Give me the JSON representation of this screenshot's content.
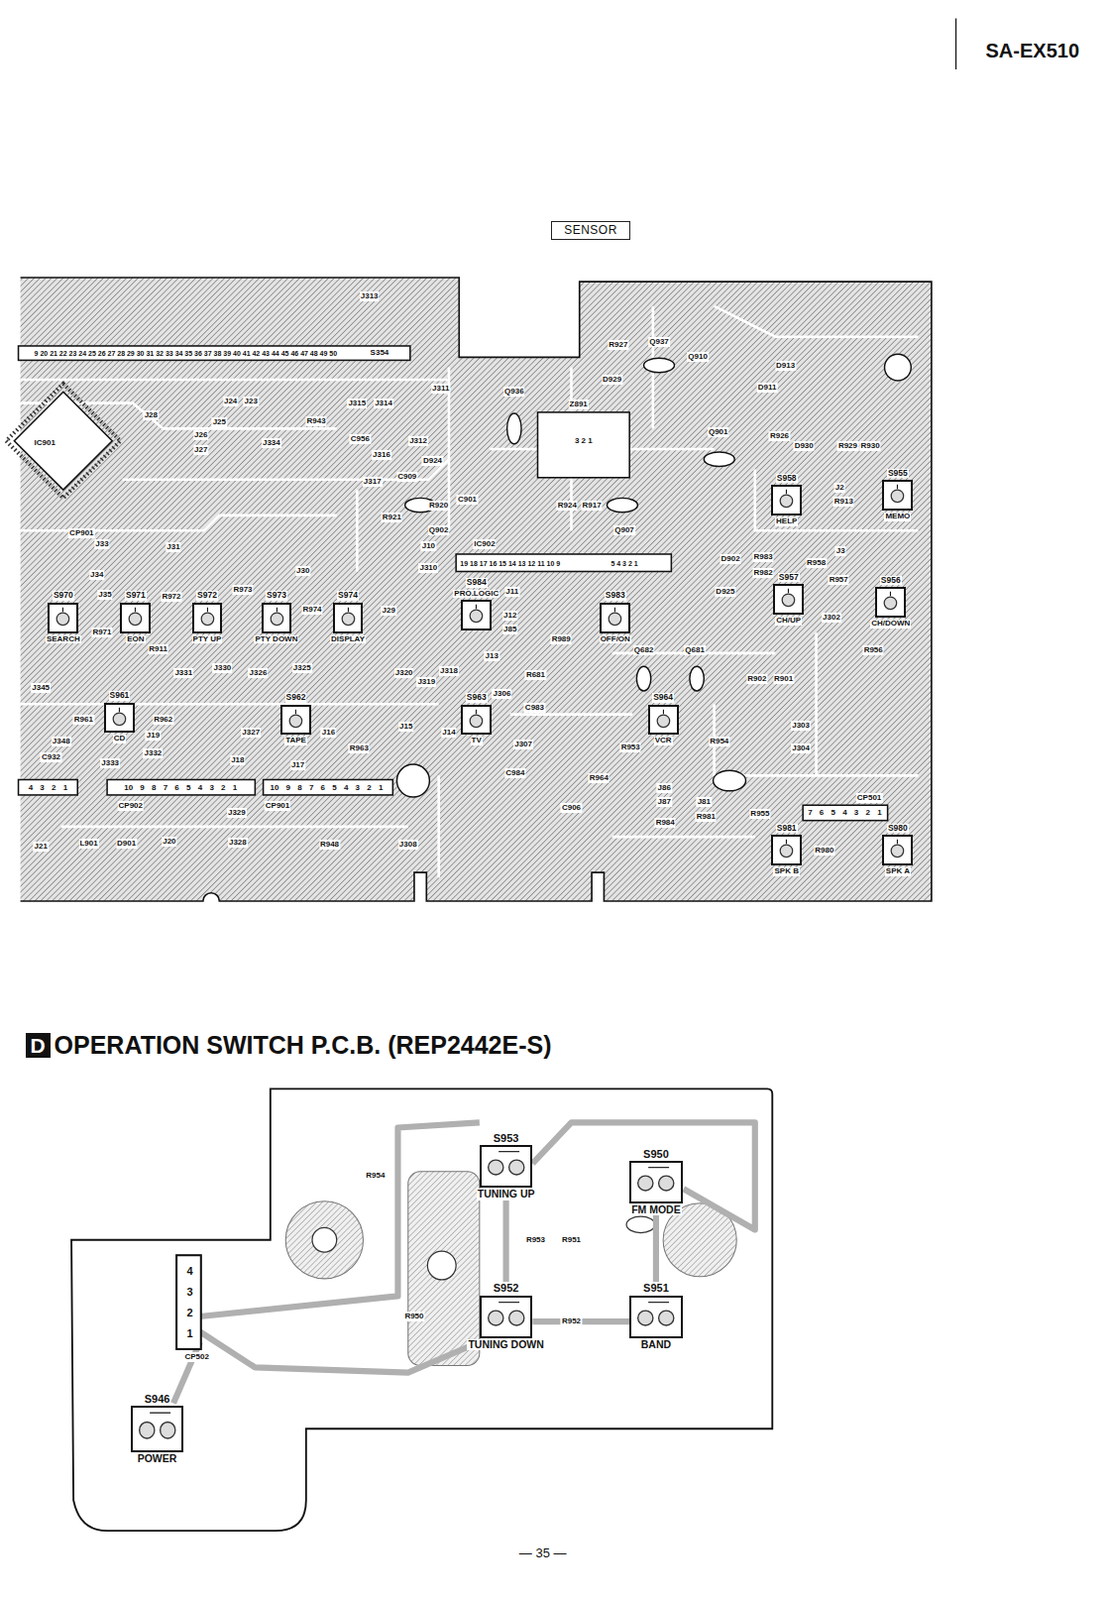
{
  "diagram": {
    "title": "OPERATION SWITCH P.C.B. (REP2442E-S)",
    "nodes": [
      {
        "text": [
          "SENSOR"
        ]
      },
      {
        "text": [
          "S958",
          "HELP"
        ]
      },
      {
        "text": [
          "S955",
          "MEMO"
        ]
      },
      {
        "text": [
          "S970",
          "SEARCH"
        ]
      },
      {
        "text": [
          "S971",
          "EON"
        ]
      },
      {
        "text": [
          "S972",
          "PTY UP"
        ]
      },
      {
        "text": [
          "S973",
          "PTY DOWN"
        ]
      },
      {
        "text": [
          "S974",
          "DISPLAY"
        ]
      },
      {
        "text": [
          "S984",
          "PRO.LOGIC"
        ]
      },
      {
        "text": [
          "S983",
          "OFF/ON"
        ]
      },
      {
        "text": [
          "S957",
          "CH/UP"
        ]
      },
      {
        "text": [
          "S956",
          "CH/DOWN"
        ]
      },
      {
        "text": [
          "S961",
          "CD"
        ]
      },
      {
        "text": [
          "S962",
          "TAPE"
        ]
      },
      {
        "text": [
          "S963",
          "TV"
        ]
      },
      {
        "text": [
          "S964",
          "VCR"
        ]
      },
      {
        "text": [
          "S981",
          "SPK B"
        ]
      },
      {
        "text": [
          "S980",
          "SPK A"
        ]
      },
      {
        "text": [
          "D"
        ]
      },
      {
        "text": [
          "S953",
          "TUNING UP"
        ]
      },
      {
        "text": [
          "S950",
          "FM MODE"
        ]
      },
      {
        "text": [
          "S952",
          "TUNING DOWN"
        ]
      },
      {
        "text": [
          "S951",
          "BAND"
        ]
      },
      {
        "text": [
          "S946",
          "POWER"
        ]
      }
    ],
    "labels": [
      "SA-EX510",
      "J313",
      "9 20 21 22 23 24 25 26 27 28 29 30 31 32 33 34 35 36 37 38 39 40 41 42 43 44 45 46 47 48 49 50",
      "S354",
      "IC901",
      "J28",
      "J26",
      "J27",
      "J25",
      "J24",
      "J23",
      "R943",
      "J334",
      "J315",
      "J314",
      "J311",
      "C956",
      "J316",
      "J312",
      "J317",
      "D924",
      "C909",
      "R921",
      "R920",
      "Q902",
      "C901",
      "Q936",
      "Z891",
      "3 2 1",
      "R924",
      "R917",
      "Q907",
      "R927",
      "Q937",
      "D929",
      "Q910",
      "D911",
      "D913",
      "Q901",
      "R926",
      "D930",
      "R929",
      "R930",
      "J2",
      "R913",
      "IC902",
      "J10",
      "J310",
      "19 18 17 16 15 14 13 12 11 10 9",
      "5 4 3 2 1",
      "D902",
      "D925",
      "R983",
      "R982",
      "R958",
      "J3",
      "R957",
      "J302",
      "R956",
      "CP901",
      "J33",
      "J31",
      "J34",
      "J35",
      "R972",
      "R973",
      "J30",
      "R974",
      "J29",
      "R971",
      "R911",
      "J331",
      "J330",
      "J326",
      "J325",
      "J320",
      "J319",
      "J318",
      "J11",
      "J12",
      "J85",
      "J13",
      "R989",
      "Q682",
      "Q681",
      "R681",
      "R902",
      "R901",
      "J306",
      "C983",
      "J14",
      "J15",
      "J16",
      "R963",
      "J327",
      "J19",
      "J332",
      "J333",
      "J348",
      "J345",
      "R961",
      "R962",
      "C932",
      "J307",
      "R953",
      "R954",
      "J303",
      "J304",
      "4 3 2 1",
      "10 9 8 7 6 5 4 3 2 1",
      "CP902",
      "J17",
      "J18",
      "10 9 8 7 6 5 4 3 2 1",
      "CP901",
      "C984",
      "R964",
      "C906",
      "J86",
      "J87",
      "J81",
      "R984",
      "R981",
      "R955",
      "7 6 5 4 3 2 1",
      "CP501",
      "J329",
      "J328",
      "J21",
      "L901",
      "D901",
      "J20",
      "R948",
      "J308",
      "R980",
      "R954",
      "R953",
      "R951",
      "R950",
      "R952",
      "4 3 2 1",
      "CP502",
      "— 35 —"
    ]
  }
}
